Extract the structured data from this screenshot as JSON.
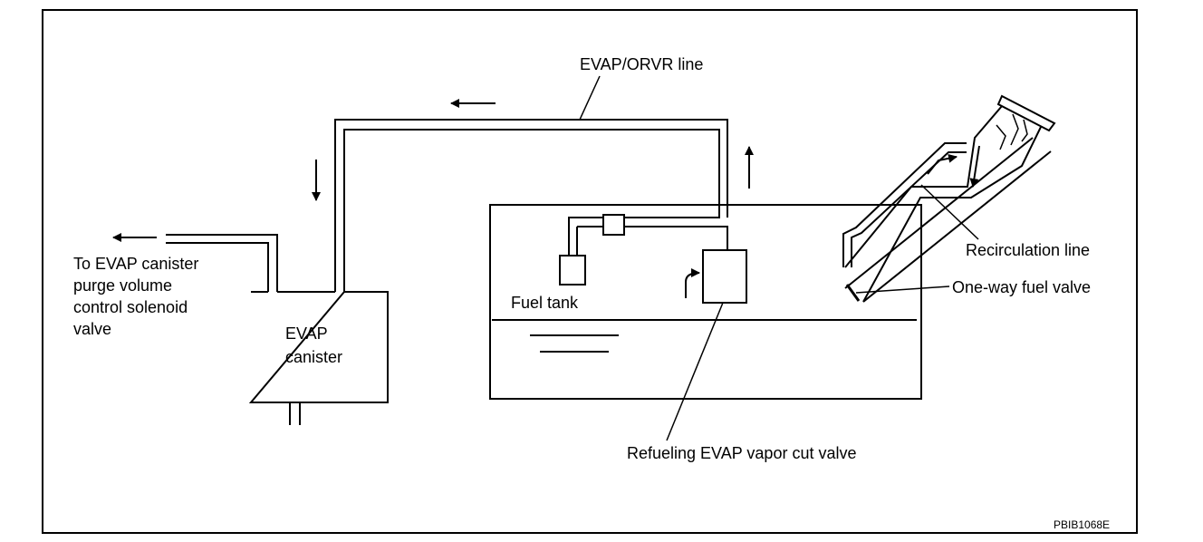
{
  "labels": {
    "evap_orvr_line": "EVAP/ORVR line",
    "to_canister_line1": "To EVAP canister",
    "to_canister_line2": "purge volume",
    "to_canister_line3": "control solenoid",
    "to_canister_line4": "valve",
    "canister_line1": "EVAP",
    "canister_line2": "canister",
    "fuel_tank": "Fuel tank",
    "recirculation_line": "Recirculation line",
    "one_way_valve": "One-way fuel valve",
    "vapor_cut_valve": "Refueling EVAP vapor cut valve",
    "figure_code": "PBIB1068E"
  },
  "colors": {
    "stroke": "#000000",
    "background": "#ffffff"
  }
}
